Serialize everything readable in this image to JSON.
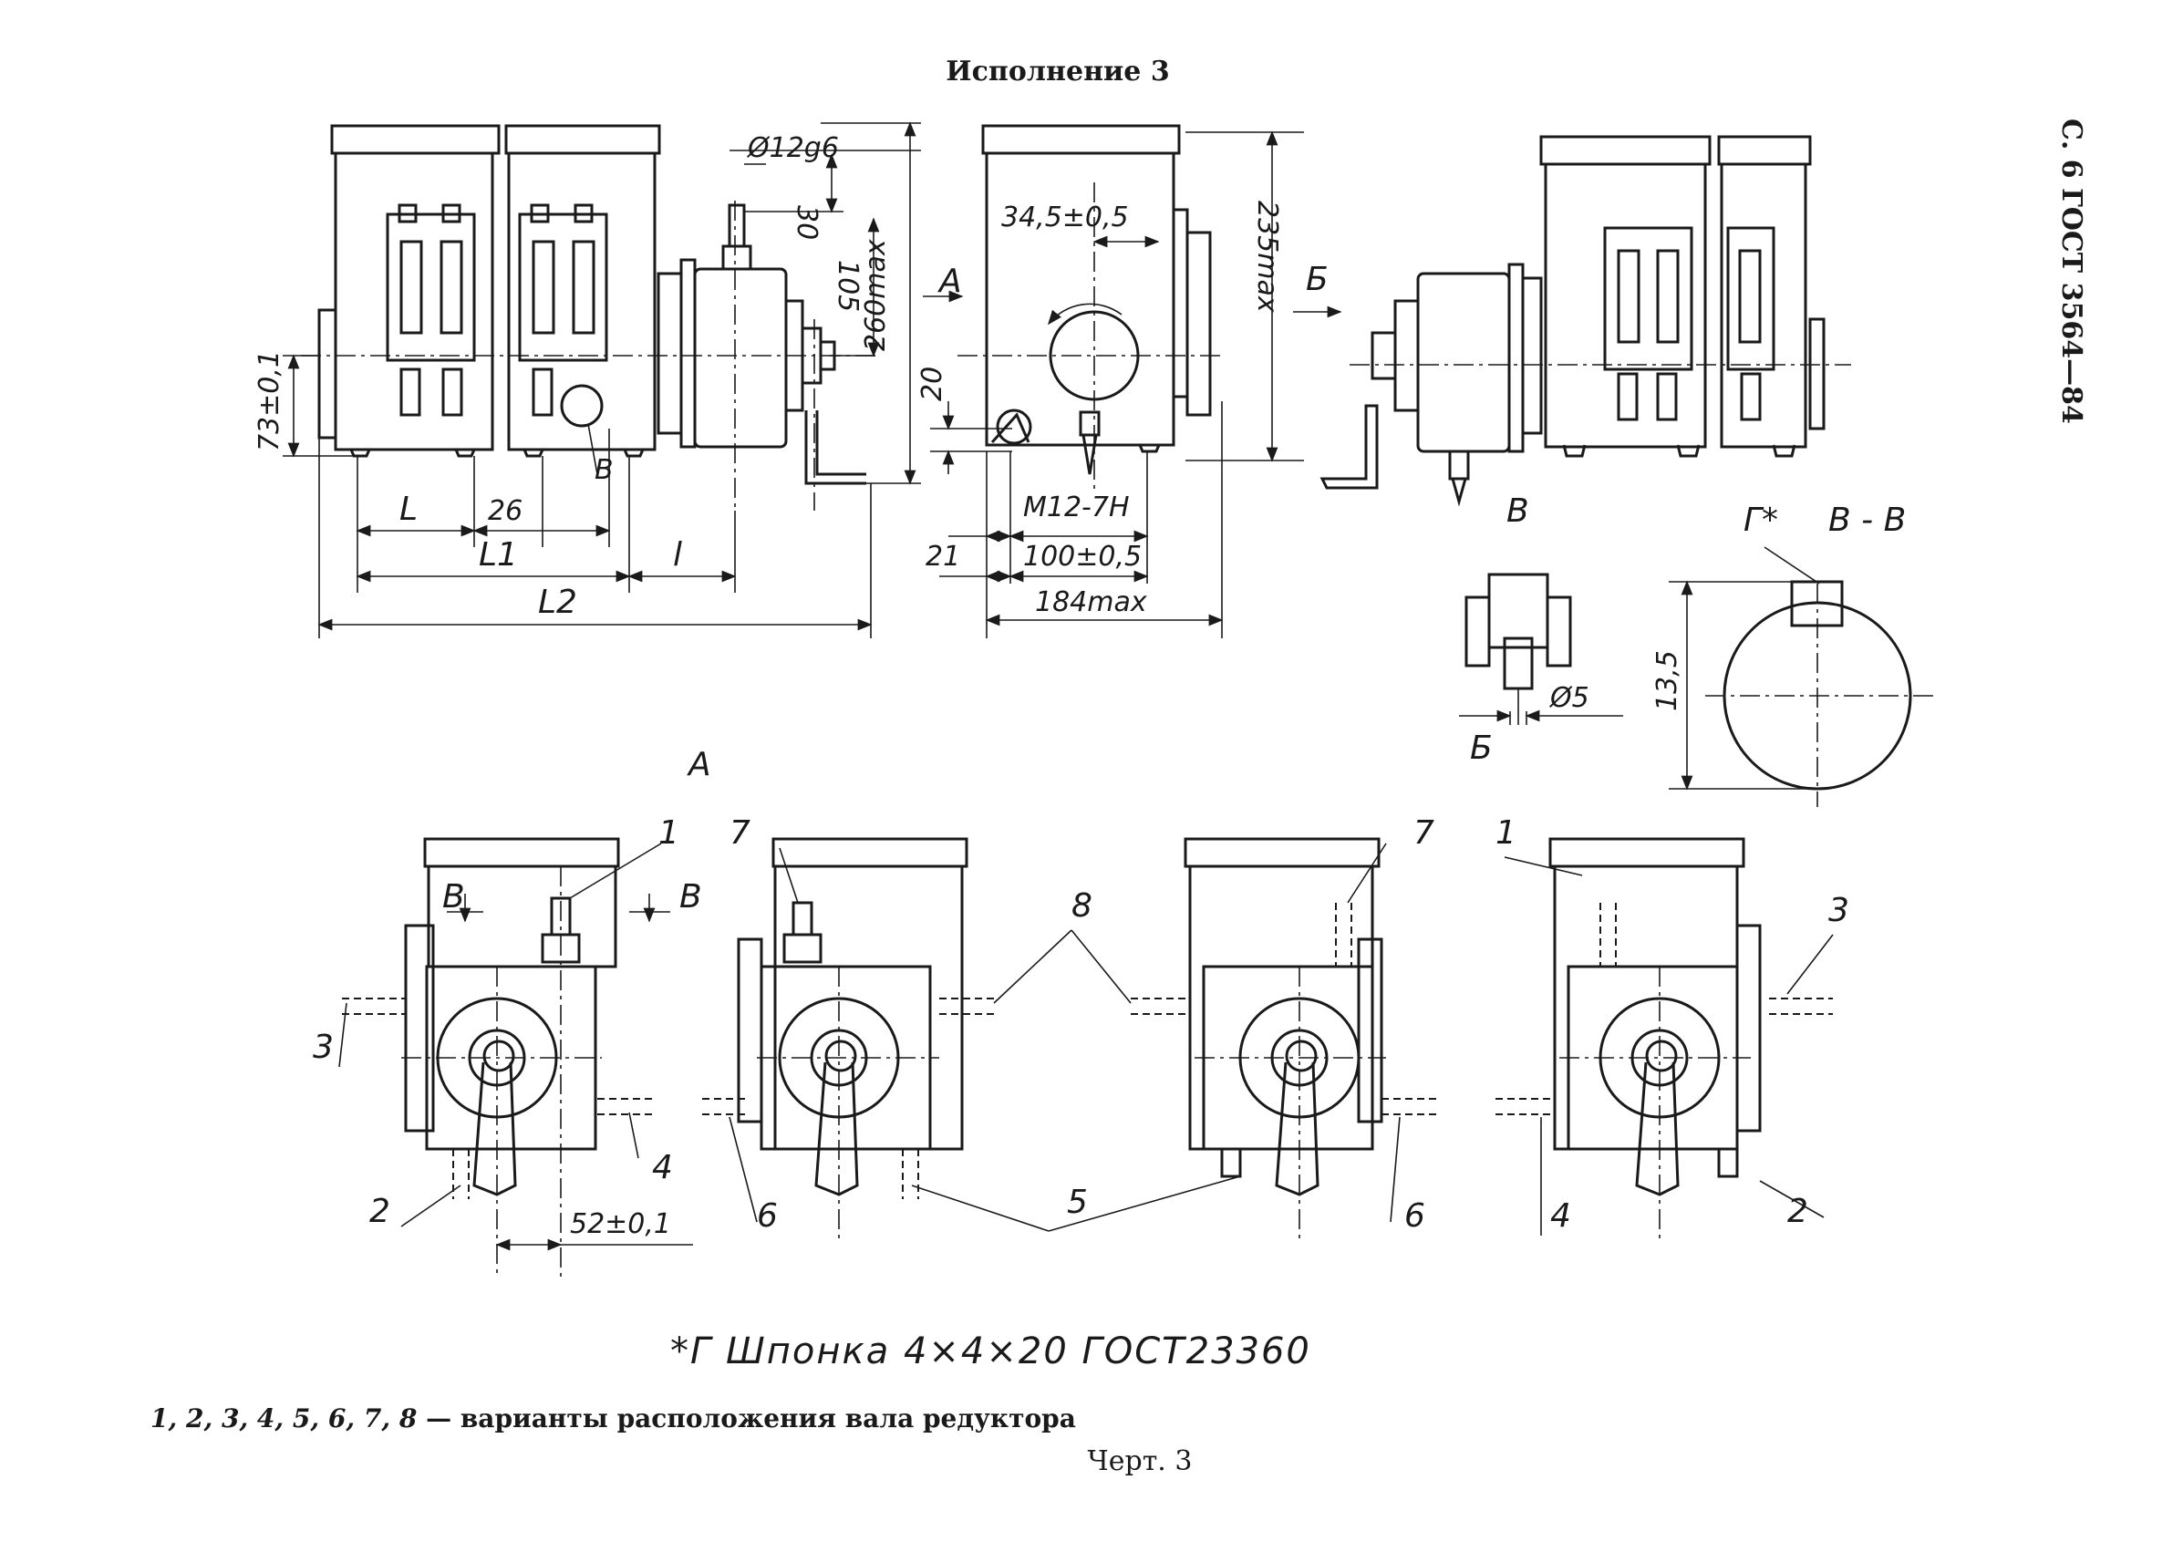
{
  "header": {
    "title": "Исполнение 3",
    "side_label": "С. 6 ГОСТ 3564—84"
  },
  "views": {
    "view_A": "А",
    "view_B": "Б",
    "view_V": "В",
    "section_VV": "В - В",
    "key_mark": "Г*"
  },
  "dimensions": {
    "d_shaft": "Ø12g6",
    "d30": "30",
    "d105": "105",
    "d260": "260max",
    "d73": "73±0,1",
    "dL": "L",
    "d26": "26",
    "dL1": "L1",
    "dl": "l",
    "dL2": "L2",
    "d345": "34,5±0,5",
    "d235": "235max",
    "d20": "20",
    "dM12": "M12-7H",
    "d21": "21",
    "d100": "100±0,5",
    "d184": "184max",
    "d135": "13,5",
    "d5": "Ø5",
    "d52": "52±0,1"
  },
  "positions": [
    "1",
    "2",
    "3",
    "4",
    "5",
    "6",
    "7",
    "8"
  ],
  "footnote": "*Г   Шпонка 4×4×20  ГОСТ23360",
  "caption": {
    "variants_numbers": "1, 2, 3, 4, 5, 6, 7, 8",
    "variants_text": " — варианты расположения вала редуктора",
    "figure": "Черт. 3"
  }
}
